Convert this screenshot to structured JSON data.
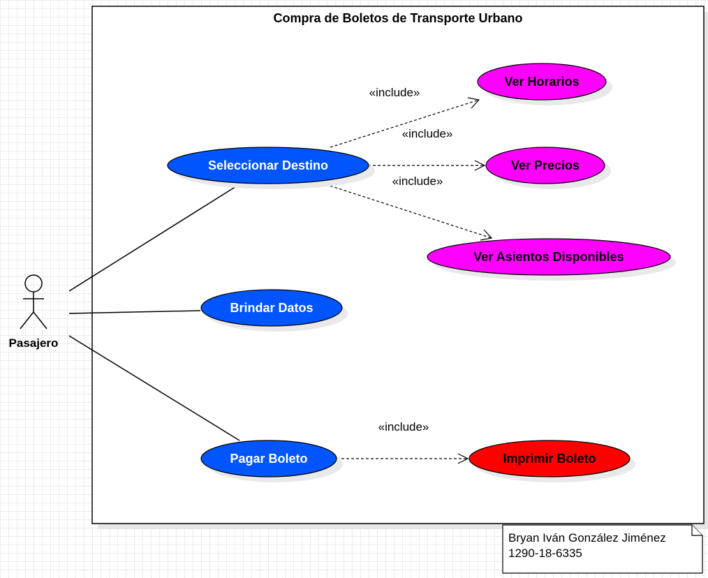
{
  "system": {
    "title": "Compra de Boletos de Transporte Urbano"
  },
  "actor": {
    "name": "Pasajero"
  },
  "colors": {
    "primary_use_case": "#0055ff",
    "included_use_case": "#ff00ff",
    "print_use_case": "#ff0000",
    "line": "#000000"
  },
  "use_cases": {
    "seleccionar_destino": "Seleccionar Destino",
    "brindar_datos": "Brindar Datos",
    "pagar_boleto": "Pagar Boleto",
    "ver_horarios": "Ver Horarios",
    "ver_precios": "Ver Precios",
    "ver_asientos": "Ver Asientos Disponibles",
    "imprimir_boleto": "Imprimir Boleto"
  },
  "relationships": {
    "include_horarios": "«include»",
    "include_precios": "«include»",
    "include_asientos": "«include»",
    "include_imprimir": "«include»"
  },
  "note": {
    "line1": "Bryan Iván González Jiménez",
    "line2": "1290-18-6335"
  }
}
